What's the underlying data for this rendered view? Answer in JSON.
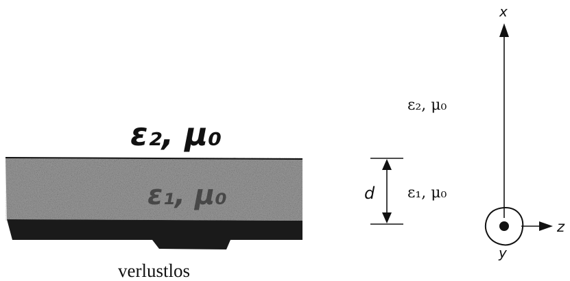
{
  "left_panel": {
    "upper_medium_label": "ε₂, μ₀",
    "layer_label": "ε₁, μ₀",
    "caption": "verlustlos"
  },
  "right_panel": {
    "upper_medium_label": "ε₂, μ₀",
    "layer_label": "ε₁, μ₀",
    "thickness_label": "d",
    "axis_x_label": "x",
    "axis_y_label": "y",
    "axis_z_label": "z"
  },
  "colors": {
    "ink": "#111111",
    "layer_fill": "#9a9a9a",
    "substrate_fill": "#1a1a1a"
  }
}
